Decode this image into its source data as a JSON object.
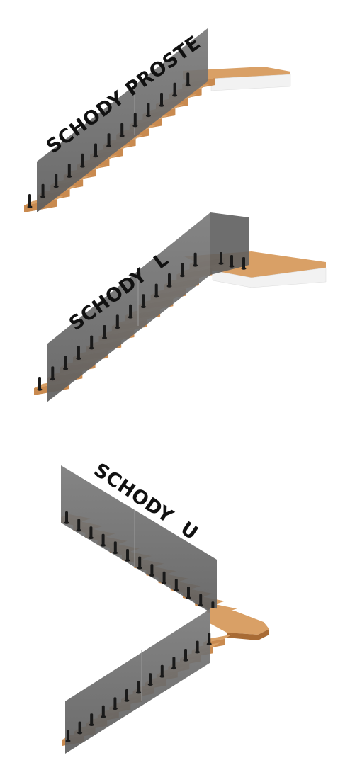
{
  "labels": {
    "straight": "SCHODY PROSTE",
    "l_shaped": "SCHODY  L",
    "u_shaped": "SCHODY  U"
  },
  "colors": {
    "tread": "#c98a4f",
    "tread_light": "#d9a066",
    "tread_side": "#a86b35",
    "glass": "#6e6e6e",
    "post": "#1a1a1a",
    "platform_side": "#f2f2f2",
    "text": "#111111"
  },
  "icons": [
    "staircase-straight-illustration",
    "staircase-l-illustration",
    "staircase-u-illustration"
  ]
}
